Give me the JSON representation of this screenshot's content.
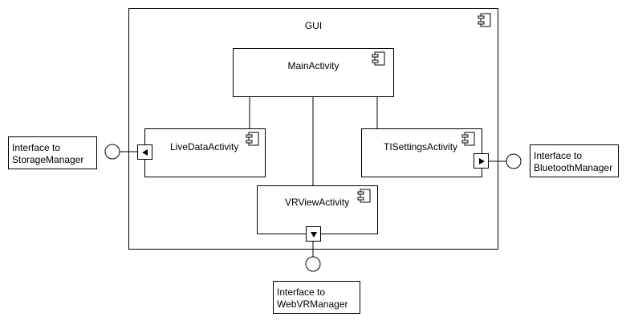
{
  "container": {
    "title": "GUI",
    "icon": "component-icon"
  },
  "components": {
    "main": {
      "label": "MainActivity",
      "icon": "component-icon"
    },
    "livedata": {
      "label": "LiveDataActivity",
      "icon": "component-icon"
    },
    "tisettings": {
      "label": "TISettingsActivity",
      "icon": "component-icon"
    },
    "vrview": {
      "label": "VRViewActivity",
      "icon": "component-icon"
    }
  },
  "interfaces": {
    "storage": {
      "line1": "Interface to",
      "line2": "StorageManager"
    },
    "bluetooth": {
      "line1": "Interface to",
      "line2": "BluetoothManager"
    },
    "webvr": {
      "line1": "Interface to",
      "line2": "WebVRManager"
    }
  },
  "colors": {
    "stroke": "#000000",
    "fill": "#ffffff"
  }
}
